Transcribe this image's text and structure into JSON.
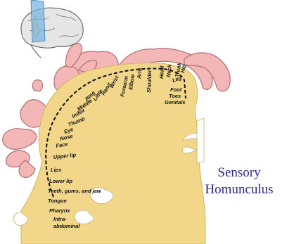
{
  "title": {
    "line1": "Sensory",
    "line2": "Homunculus"
  },
  "cortex_labels": {
    "medial": [
      "Genitals",
      "Toes",
      "Foot",
      "Leg",
      "Hip",
      "Trunk",
      "Neck",
      "Head",
      "Shoulder",
      "Arm",
      "Elbow",
      "Forearm",
      "Wrist",
      "Hand",
      "Little",
      "Ring",
      "Middle",
      "Index",
      "Thumb",
      "Eye",
      "Nose",
      "Face"
    ],
    "lateral": [
      "Upper lip",
      "Lips",
      "Lower lip",
      "Teeth, gums, and jaw",
      "Tongue",
      "Pharynx",
      "Intra-",
      "abdominal"
    ]
  },
  "colors": {
    "cortex": "#f2d68a",
    "homunculus_skin": "#f3b7b7",
    "skin_outline": "#b07070",
    "dashes": "#111111",
    "title_text": "#2a2a8c",
    "brain_icon": "#e6e6e6",
    "plane": "#7ab6e0"
  },
  "icons": [
    "brain-orientation-icon",
    "coronal-plane-icon"
  ]
}
